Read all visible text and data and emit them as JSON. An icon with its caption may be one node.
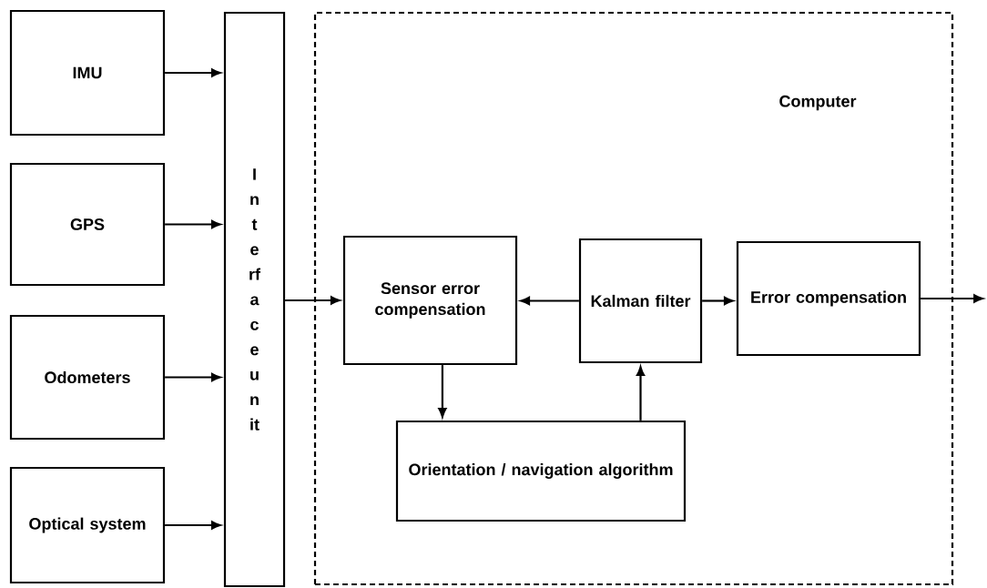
{
  "diagram": {
    "nodes": [
      {
        "text": [
          "IMU"
        ]
      },
      {
        "text": [
          "GPS"
        ]
      },
      {
        "text": [
          "Odometers"
        ]
      },
      {
        "text": [
          "Optical system"
        ]
      },
      {
        "text": [
          "Interface unit"
        ]
      },
      {
        "text": [
          "Computer"
        ]
      },
      {
        "text": [
          "Sensor error compensation"
        ],
        "in": 5
      },
      {
        "text": [
          "Kalman filter"
        ],
        "in": 5
      },
      {
        "text": [
          "Error compensation"
        ],
        "in": 5
      },
      {
        "text": [
          "Orientation / navigation algorithm"
        ],
        "in": 5
      }
    ],
    "edges": [
      {
        "from": 0,
        "to": 4,
        "arrow": "to"
      },
      {
        "from": 1,
        "to": 4,
        "arrow": "to"
      },
      {
        "from": 2,
        "to": 4,
        "arrow": "to"
      },
      {
        "from": 3,
        "to": 4,
        "arrow": "to"
      },
      {
        "from": 4,
        "to": 6,
        "arrow": "to"
      },
      {
        "from": 7,
        "to": 6,
        "arrow": "to"
      },
      {
        "from": 7,
        "to": 8,
        "arrow": "to"
      },
      {
        "from": 6,
        "to": 9,
        "arrow": "to"
      },
      {
        "from": 9,
        "to": 7,
        "arrow": "to"
      },
      {
        "from": 8,
        "to": null,
        "arrow": "to"
      }
    ]
  }
}
